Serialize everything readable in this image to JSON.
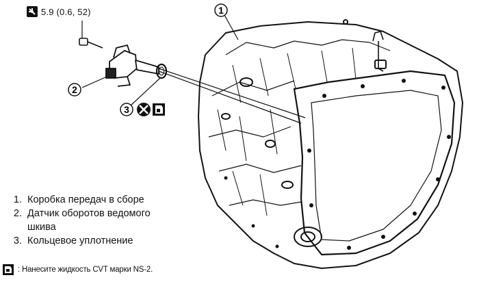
{
  "torque_spec": "5.9 (0.6, 52)",
  "callouts": [
    "1",
    "2",
    "3"
  ],
  "legend": [
    {
      "num": "1.",
      "text": "Коробка передач в сборе"
    },
    {
      "num": "2.",
      "text": "Датчик оборотов ведомого",
      "cont": "шкива"
    },
    {
      "num": "3.",
      "text": "Кольцевое уплотнение"
    }
  ],
  "note": ": Нанесите жидкость CVT марки NS-2.",
  "icons": [
    "torque-wrench-icon",
    "do-not-reuse-icon",
    "apply-fluid-icon"
  ]
}
